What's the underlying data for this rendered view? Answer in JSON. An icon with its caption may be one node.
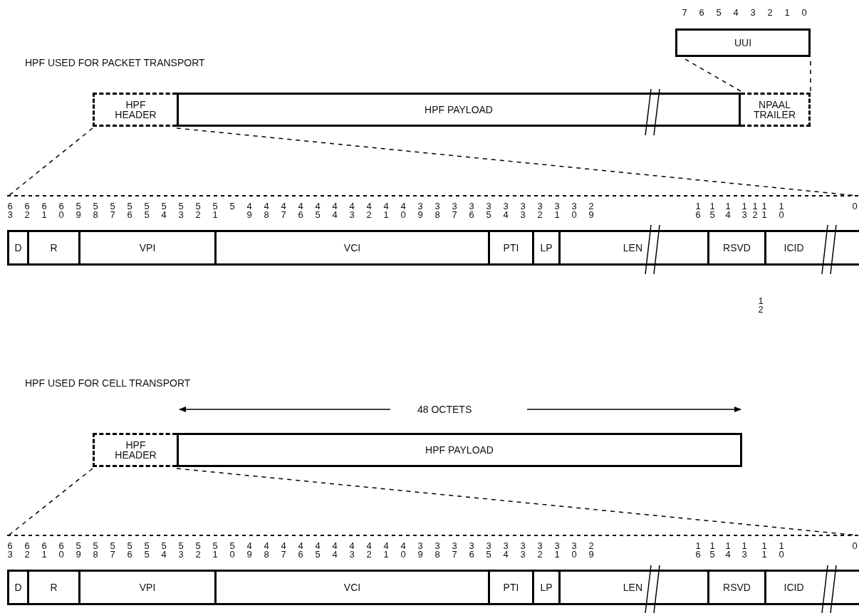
{
  "diagram": {
    "nodes": [
      {
        "text": [
          "UUI"
        ]
      },
      {
        "text": [
          "HPF HEADER"
        ]
      },
      {
        "text": [
          "HPF PAYLOAD"
        ]
      },
      {
        "text": [
          "NPAAL TRAILER"
        ]
      },
      {
        "text": [],
        "shape": "bar"
      },
      {
        "text": [
          "D"
        ],
        "in": 4
      },
      {
        "text": [
          "R"
        ],
        "in": 4
      },
      {
        "text": [
          "VPI"
        ],
        "in": 4
      },
      {
        "text": [
          "VCI"
        ],
        "in": 4
      },
      {
        "text": [
          "PTI"
        ],
        "in": 4
      },
      {
        "text": [
          "LP"
        ],
        "in": 4
      },
      {
        "text": [
          "LEN"
        ],
        "in": 4
      },
      {
        "text": [
          "RSVD"
        ],
        "in": 4
      },
      {
        "text": [
          "ICID"
        ],
        "in": 4
      },
      {
        "text": [
          "HPF HEADER"
        ]
      },
      {
        "text": [
          "HPF PAYLOAD"
        ]
      },
      {
        "text": [],
        "shape": "bar"
      },
      {
        "text": [
          "D"
        ],
        "in": 16
      },
      {
        "text": [
          "R"
        ],
        "in": 16
      },
      {
        "text": [
          "VPI"
        ],
        "in": 16
      },
      {
        "text": [
          "VCI"
        ],
        "in": 16
      },
      {
        "text": [
          "PTI"
        ],
        "in": 16
      },
      {
        "text": [
          "LP"
        ],
        "in": 16
      },
      {
        "text": [
          "LEN"
        ],
        "in": 16
      },
      {
        "text": [
          "RSVD"
        ],
        "in": 16
      },
      {
        "text": [
          "ICID"
        ],
        "in": 16
      }
    ],
    "edges": [
      {
        "from": 3,
        "to": 0,
        "arrow": "none",
        "style": "dashed"
      },
      {
        "from": 3,
        "to": 0,
        "arrow": "none",
        "style": "dashed"
      },
      {
        "from": 1,
        "to": 4,
        "arrow": "none",
        "style": "dashed"
      },
      {
        "from": 1,
        "to": 4,
        "arrow": "none",
        "style": "dashed"
      },
      {
        "from": 14,
        "to": 16,
        "arrow": "none",
        "style": "dashed"
      },
      {
        "from": 14,
        "to": 16,
        "arrow": "none",
        "style": "dashed"
      }
    ],
    "labels": [
      "7",
      "6",
      "5",
      "4",
      "3",
      "2",
      "1",
      "0",
      "HPF USED FOR PACKET TRANSPORT",
      "63",
      "62",
      "61",
      "60",
      "59",
      "58",
      "57",
      "56",
      "55",
      "54",
      "53",
      "52",
      "51",
      "5",
      "49",
      "48",
      "47",
      "46",
      "45",
      "44",
      "43",
      "42",
      "41",
      "40",
      "39",
      "38",
      "37",
      "36",
      "35",
      "34",
      "33",
      "32",
      "31",
      "30",
      "29",
      "16",
      "15",
      "14",
      "13",
      "12",
      "11",
      "10",
      "0",
      "12",
      "HPF USED FOR CELL TRANSPORT",
      "48 OCTETS",
      "63",
      "62",
      "61",
      "60",
      "59",
      "58",
      "57",
      "56",
      "55",
      "54",
      "53",
      "52",
      "51",
      "50",
      "49",
      "48",
      "47",
      "46",
      "45",
      "44",
      "43",
      "42",
      "41",
      "40",
      "39",
      "38",
      "37",
      "36",
      "35",
      "34",
      "33",
      "32",
      "31",
      "30",
      "29",
      "16",
      "15",
      "14",
      "13",
      "11",
      "10",
      "0"
    ]
  }
}
